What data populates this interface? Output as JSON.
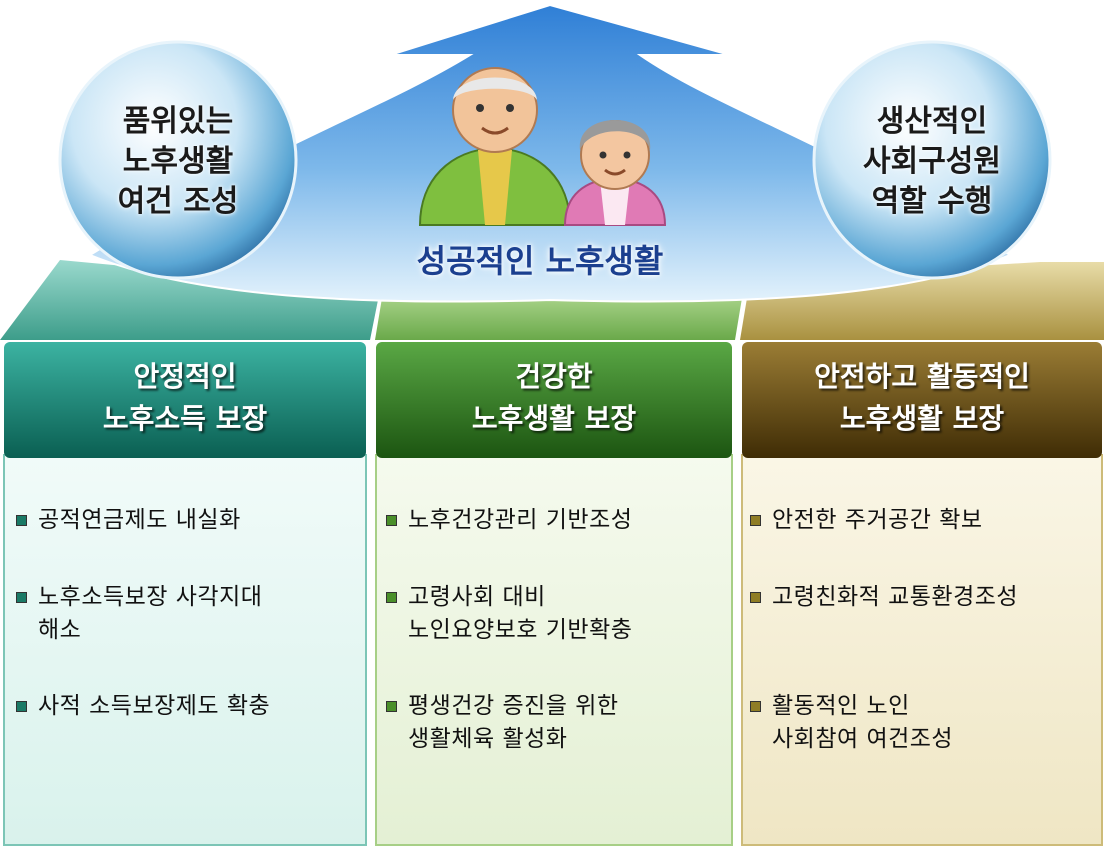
{
  "top": {
    "left_circle": [
      "품위있는",
      "노후생활",
      "여건 조성"
    ],
    "right_circle": [
      "생산적인",
      "사회구성원",
      "역할 수행"
    ],
    "arrow_label": "성공적인 노후생활"
  },
  "columns": [
    {
      "header": [
        "안정적인",
        "노후소득 보장"
      ],
      "items": [
        "공적연금제도 내실화",
        "노후소득보장 사각지대\n해소",
        "사적 소득보장제도 확충"
      ],
      "colors": {
        "header_top": "#2fa596",
        "header_bottom": "#0a6656",
        "bullet": "#1a7a66",
        "panel": "#e6f7f3"
      }
    },
    {
      "header": [
        "건강한",
        "노후생활 보장"
      ],
      "items": [
        "노후건강관리 기반조성",
        "고령사회 대비\n노인요양보호 기반확충",
        "평생건강 증진을 위한\n생활체육 활성화"
      ],
      "colors": {
        "header_top": "#4d9a3a",
        "header_bottom": "#1f5e14",
        "bullet": "#4a8f2a",
        "panel": "#ecf5df"
      }
    },
    {
      "header": [
        "안전하고 활동적인",
        "노후생활 보장"
      ],
      "items": [
        "안전한 주거공간 확보",
        "고령친화적 교통환경조성",
        "활동적인 노인\n사회참여 여건조성"
      ],
      "colors": {
        "header_top": "#8a6d2a",
        "header_bottom": "#4a3508",
        "bullet": "#8f7d25",
        "panel": "#f5efd8"
      }
    }
  ]
}
